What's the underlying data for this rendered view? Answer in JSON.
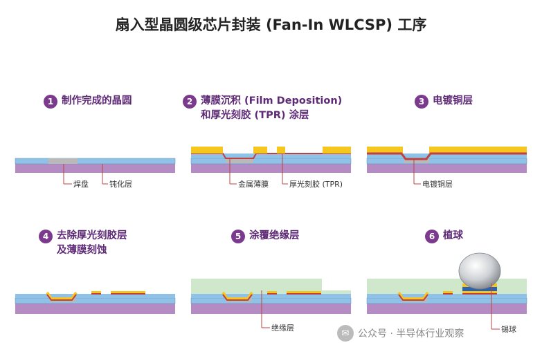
{
  "title": "扇入型晶圆级芯片封装 (Fan-In WLCSP) 工序",
  "steps": [
    {
      "num": "1",
      "title": "制作完成的晶圆"
    },
    {
      "num": "2",
      "title": "薄膜沉积 (Film Deposition)\n和厚光刻胶 (TPR) 涂层"
    },
    {
      "num": "3",
      "title": "电镀铜层"
    },
    {
      "num": "4",
      "title": "去除厚光刻胶层\n及薄膜刻蚀"
    },
    {
      "num": "5",
      "title": "涂覆绝缘层"
    },
    {
      "num": "6",
      "title": "植球"
    }
  ],
  "labels": {
    "pad": "焊盘",
    "passivation": "钝化层",
    "metal_film": "金属薄膜",
    "tpr": "厚光刻胶 (TPR)",
    "copper": "电镀铜层",
    "insulation": "绝缘层",
    "solder": "锡球"
  },
  "watermark": {
    "text": "公众号 · 半导体行业观察",
    "icon": "wechat-icon"
  },
  "colors": {
    "accent": "#7b3a8d",
    "substrate": "#b58bc4",
    "passivation": "#8fc2e6",
    "pad": "#b9b9b9",
    "metal": "#c0413f",
    "tpr": "#f5c61e",
    "insulation": "#cfe8cc"
  }
}
